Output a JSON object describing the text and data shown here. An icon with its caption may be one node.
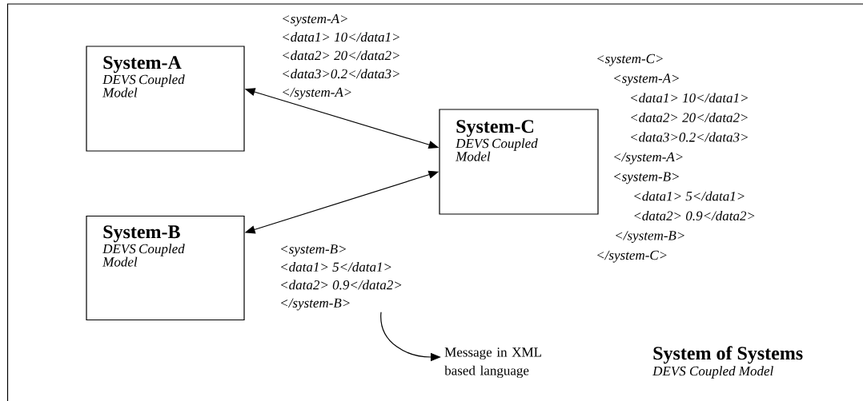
{
  "diagram": {
    "nodes": [
      {
        "text": [
          "System of Systems",
          "DEVS Coupled Model"
        ]
      },
      {
        "text": [
          "System-A",
          "DEVS Coupled Model"
        ],
        "in": 0
      },
      {
        "text": [
          "System-C",
          "DEVS Coupled Model"
        ],
        "in": 0
      },
      {
        "text": [
          "System-B",
          "DEVS Coupled Model"
        ],
        "in": 0
      },
      {
        "text": [
          "<system-B>",
          "<data1> 5</data1>",
          "<data2> 0.9</data2>",
          "</system-B>"
        ],
        "in": 0
      },
      {
        "text": [
          "Message in XML based language"
        ],
        "in": 0
      }
    ],
    "edges": [
      {
        "from": 1,
        "to": 2,
        "arrow": "both"
      },
      {
        "from": 3,
        "to": 2,
        "arrow": "both"
      },
      {
        "from": 4,
        "to": 5,
        "arrow": "to"
      }
    ],
    "labels": [
      "<system-A>",
      "<data1> 10</data1>",
      "<data2> 20</data2>",
      "<data3>0.2</data3>",
      "</system-A>",
      "<system-C>",
      "<system-A>",
      "<data1> 10</data1>",
      "<data2> 20</data2>",
      "<data3>0.2</data3>",
      "</system-A>",
      "<system-B>",
      "<data1> 5</data1>",
      "<data2> 0.9</data2>",
      "</system-B>",
      "</system-C>"
    ]
  }
}
